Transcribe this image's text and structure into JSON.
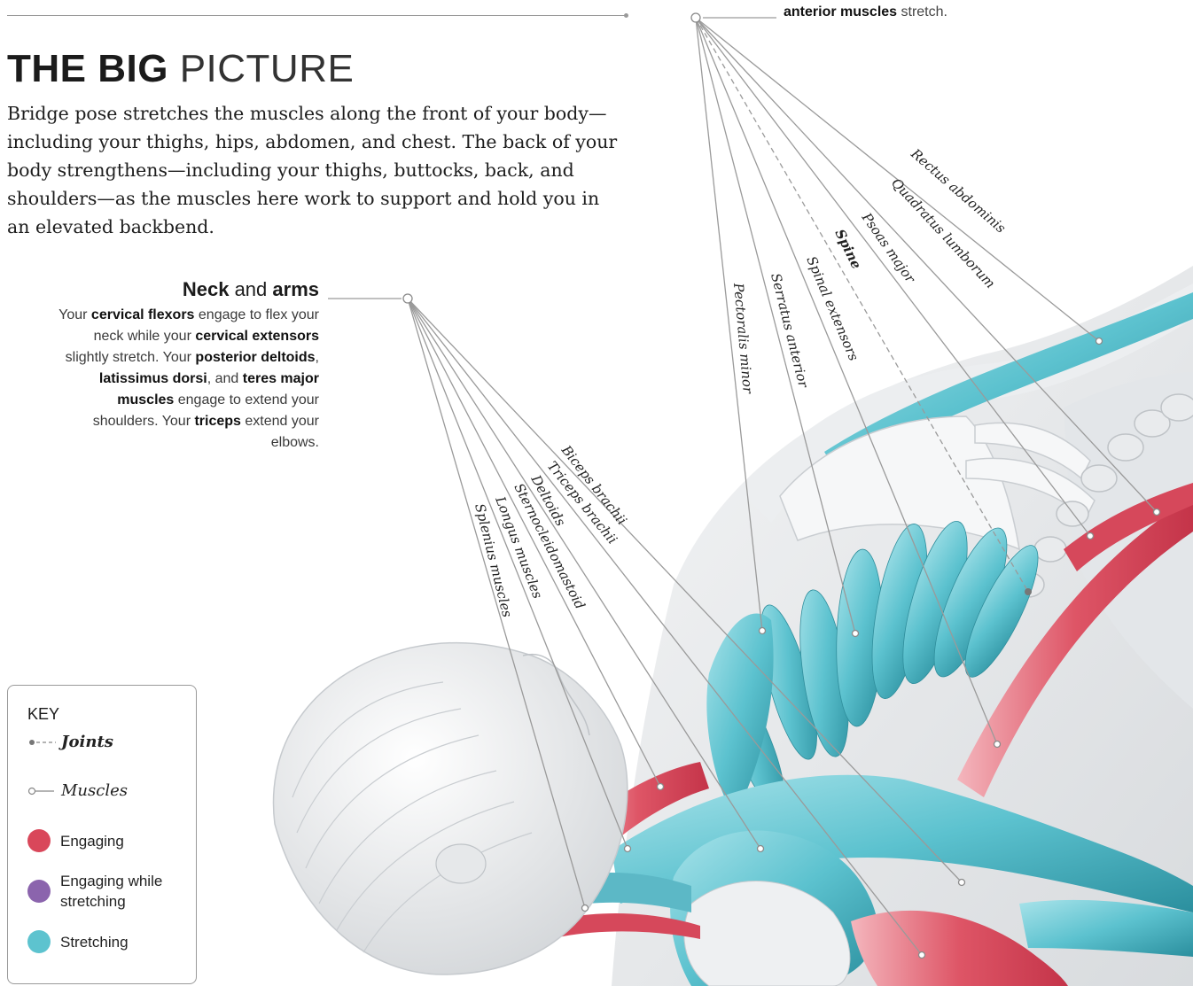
{
  "page": {
    "title_bold": "THE BIG",
    "title_light": "PICTURE",
    "intro": "Bridge pose stretches the muscles along the front of your body—including your thighs, hips, abdomen, and chest. The back of your body strengthens—including your thighs, buttocks, back, and shoulders—as the muscles here work to support and hold you in an elevated backbend."
  },
  "callouts": {
    "neck_arms": {
      "heading_part1": "Neck",
      "heading_part2": "and",
      "heading_part3": "arms",
      "body": [
        {
          "text": "Your ",
          "bold": false
        },
        {
          "text": "cervical flexors",
          "bold": true
        },
        {
          "text": " engage to flex your neck while your ",
          "bold": false
        },
        {
          "text": "cervical extensors",
          "bold": true
        },
        {
          "text": " slightly stretch. Your ",
          "bold": false
        },
        {
          "text": "posterior deltoids",
          "bold": true
        },
        {
          "text": ", ",
          "bold": false
        },
        {
          "text": "latissimus dorsi",
          "bold": true
        },
        {
          "text": ", and ",
          "bold": false
        },
        {
          "text": "teres major muscles",
          "bold": true
        },
        {
          "text": " engage to extend your shoulders. Your ",
          "bold": false
        },
        {
          "text": "triceps",
          "bold": true
        },
        {
          "text": " extend your elbows.",
          "bold": false
        }
      ]
    },
    "anterior": {
      "bold": "anterior muscles",
      "rest": " stretch."
    }
  },
  "labels": {
    "neck_arms": [
      "Biceps brachii",
      "Triceps brachii",
      "Deltoids",
      "Sternocleidomastoid",
      "Longus muscles",
      "Splenius muscles"
    ],
    "torso": [
      "Pectoralis minor",
      "Serratus anterior",
      "Spinal extensors",
      "Spine",
      "Psoas major",
      "Quadratus lumborum",
      "Rectus abdominis"
    ]
  },
  "key": {
    "title": "KEY",
    "items": [
      {
        "type": "joint",
        "label": "Joints"
      },
      {
        "type": "muscle",
        "label": "Muscles"
      },
      {
        "type": "swatch",
        "label": "Engaging",
        "color": "#d9475a"
      },
      {
        "type": "swatch",
        "label": "Engaging while stretching",
        "color": "#8b64ad"
      },
      {
        "type": "swatch",
        "label": "Stretching",
        "color": "#5dc3cf"
      }
    ]
  },
  "colors": {
    "engaging": "#d9475a",
    "engaging_while_stretching": "#8b64ad",
    "stretching": "#5dc3cf",
    "leader": "#9a9a9a",
    "body": "#e7e9eb"
  }
}
